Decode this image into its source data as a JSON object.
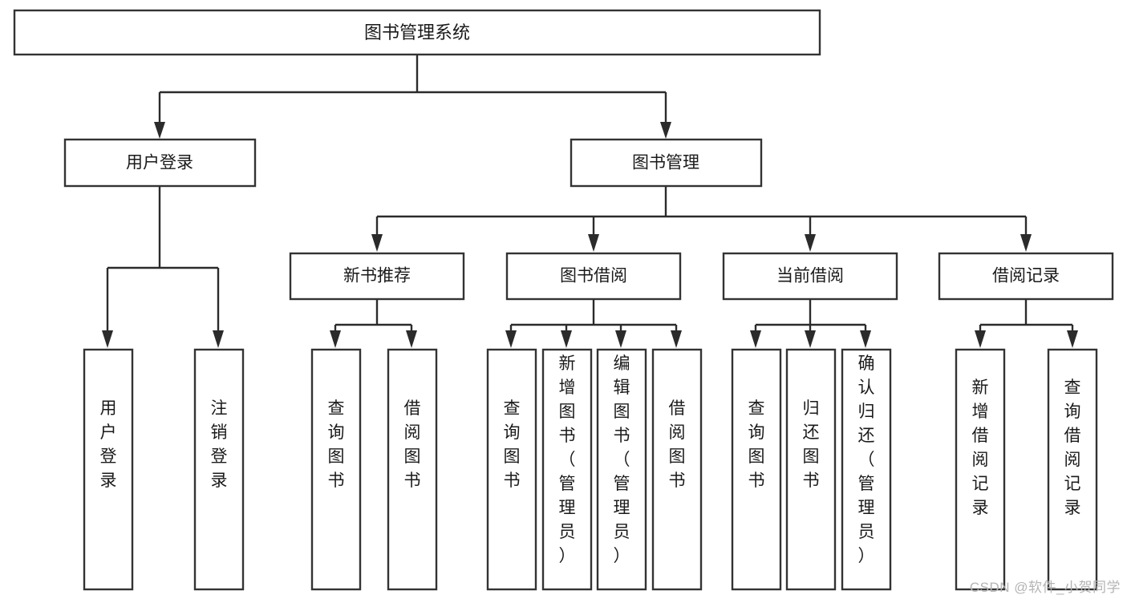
{
  "diagram": {
    "type": "tree-hierarchy",
    "title": "图书管理系统",
    "watermark": "CSDN @软件_小贺同学",
    "colors": {
      "background": "#ffffff",
      "box_stroke": "#333333",
      "link_stroke": "#2b2b2b",
      "text": "#1a1a1a",
      "watermark": "#b4b4b4"
    },
    "levels": [
      {
        "level": 0,
        "nodes": [
          {
            "id": "root",
            "label": "图书管理系统",
            "orientation": "horizontal"
          }
        ]
      },
      {
        "level": 1,
        "nodes": [
          {
            "id": "login",
            "label": "用户登录",
            "orientation": "horizontal",
            "parent": "root"
          },
          {
            "id": "bookmgmt",
            "label": "图书管理",
            "orientation": "horizontal",
            "parent": "root"
          }
        ]
      },
      {
        "level": 2,
        "nodes": [
          {
            "id": "newbook",
            "label": "新书推荐",
            "orientation": "horizontal",
            "parent": "bookmgmt"
          },
          {
            "id": "borrow",
            "label": "图书借阅",
            "orientation": "horizontal",
            "parent": "bookmgmt"
          },
          {
            "id": "current",
            "label": "当前借阅",
            "orientation": "horizontal",
            "parent": "bookmgmt"
          },
          {
            "id": "records",
            "label": "借阅记录",
            "orientation": "horizontal",
            "parent": "bookmgmt"
          }
        ]
      },
      {
        "level": 3,
        "nodes": [
          {
            "id": "leaf1",
            "label": "用户登录",
            "orientation": "vertical",
            "parent": "login"
          },
          {
            "id": "leaf2",
            "label": "注销登录",
            "orientation": "vertical",
            "parent": "login"
          },
          {
            "id": "leaf3",
            "label": "查询图书",
            "orientation": "vertical",
            "parent": "newbook"
          },
          {
            "id": "leaf4",
            "label": "借阅图书",
            "orientation": "vertical",
            "parent": "newbook"
          },
          {
            "id": "leaf5",
            "label": "查询图书",
            "orientation": "vertical",
            "parent": "borrow"
          },
          {
            "id": "leaf6",
            "label": "新增图书（管理员）",
            "orientation": "vertical",
            "parent": "borrow"
          },
          {
            "id": "leaf7",
            "label": "编辑图书（管理员）",
            "orientation": "vertical",
            "parent": "borrow"
          },
          {
            "id": "leaf8",
            "label": "借阅图书",
            "orientation": "vertical",
            "parent": "borrow"
          },
          {
            "id": "leaf9",
            "label": "查询图书",
            "orientation": "vertical",
            "parent": "current"
          },
          {
            "id": "leaf10",
            "label": "归还图书",
            "orientation": "vertical",
            "parent": "current"
          },
          {
            "id": "leaf11",
            "label": "确认归还（管理员）",
            "orientation": "vertical",
            "parent": "current"
          },
          {
            "id": "leaf12",
            "label": "新增借阅记录",
            "orientation": "vertical",
            "parent": "records"
          },
          {
            "id": "leaf13",
            "label": "查询借阅记录",
            "orientation": "vertical",
            "parent": "records"
          }
        ]
      }
    ]
  }
}
